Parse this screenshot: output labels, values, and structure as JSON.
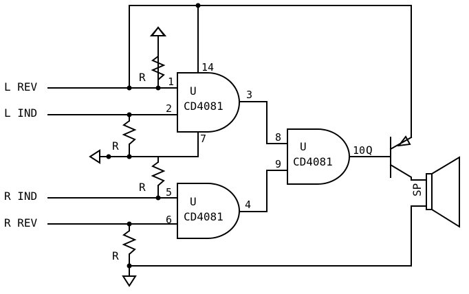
{
  "inputs": {
    "l_rev": "L REV",
    "l_ind": "L IND",
    "r_ind": "R IND",
    "r_rev": "R REV"
  },
  "gates": {
    "g1": {
      "ref": "U",
      "part": "CD4081",
      "pin_a": "1",
      "pin_b": "2",
      "pin_out": "3",
      "pin_vdd": "14",
      "pin_vss": "7"
    },
    "g2": {
      "ref": "U",
      "part": "CD4081",
      "pin_a": "5",
      "pin_b": "6",
      "pin_out": "4"
    },
    "g3": {
      "ref": "U",
      "part": "CD4081",
      "pin_a": "8",
      "pin_b": "9",
      "pin_out": "10"
    }
  },
  "resistors": {
    "r1": "R",
    "r2": "R",
    "r3": "R",
    "r4": "R"
  },
  "transistor": {
    "label": "Q"
  },
  "speaker": {
    "label": "SP"
  }
}
